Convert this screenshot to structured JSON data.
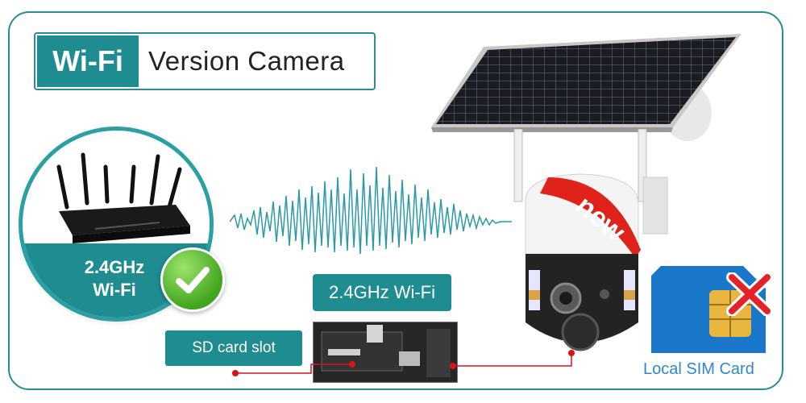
{
  "title": {
    "highlight": "Wi-Fi",
    "rest": "Version Camera"
  },
  "router_label_line1": "2.4GHz",
  "router_label_line2": "Wi-Fi",
  "wifi_badge": "2.4GHz Wi-Fi",
  "sd_badge": "SD card slot",
  "camera_tag": "new",
  "sim_label": "Local SIM Card",
  "colors": {
    "teal": "#1f8c92",
    "frame": "#2a8d93",
    "red": "#d9131a",
    "green": "#41a51d",
    "sim_blue": "#1976c9"
  },
  "icons": [
    "router-icon",
    "check-icon",
    "wave-icon",
    "solar-panel-icon",
    "camera-icon",
    "sd-card-slot-icon",
    "sim-card-icon",
    "cross-icon"
  ]
}
